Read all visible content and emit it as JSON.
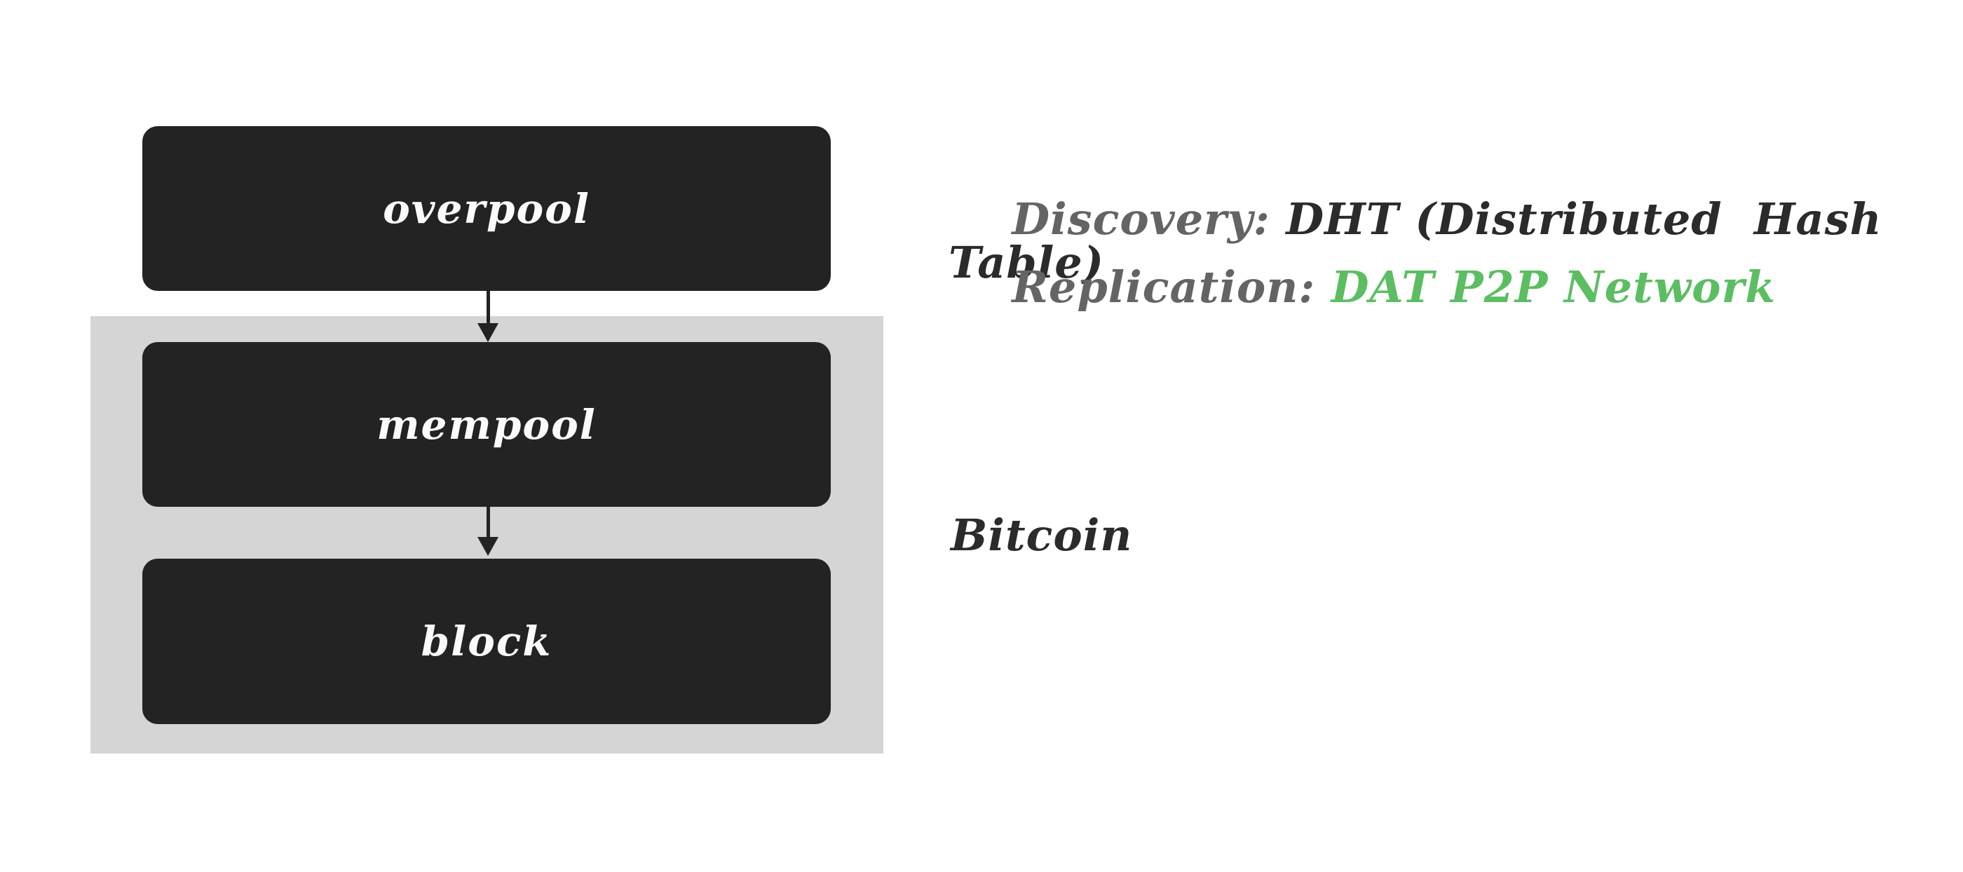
{
  "diagram": {
    "nodes": [
      {
        "label": "overpool"
      },
      {
        "label": "mempool"
      },
      {
        "label": "block"
      }
    ],
    "group_label": "Bitcoin",
    "annotations": [
      {
        "key": "Discovery: ",
        "value": "DHT (Distributed  Hash Table)"
      },
      {
        "key": "Replication: ",
        "value": "DAT P2P Network"
      }
    ],
    "colors": {
      "node_bg": "#232323",
      "node_text": "#fcfbf9",
      "group_bg": "#d5d5d5",
      "key_text": "#646464",
      "dark_text": "#2b2b2b",
      "green_text": "#5cbe62",
      "arrow": "#232323"
    }
  }
}
